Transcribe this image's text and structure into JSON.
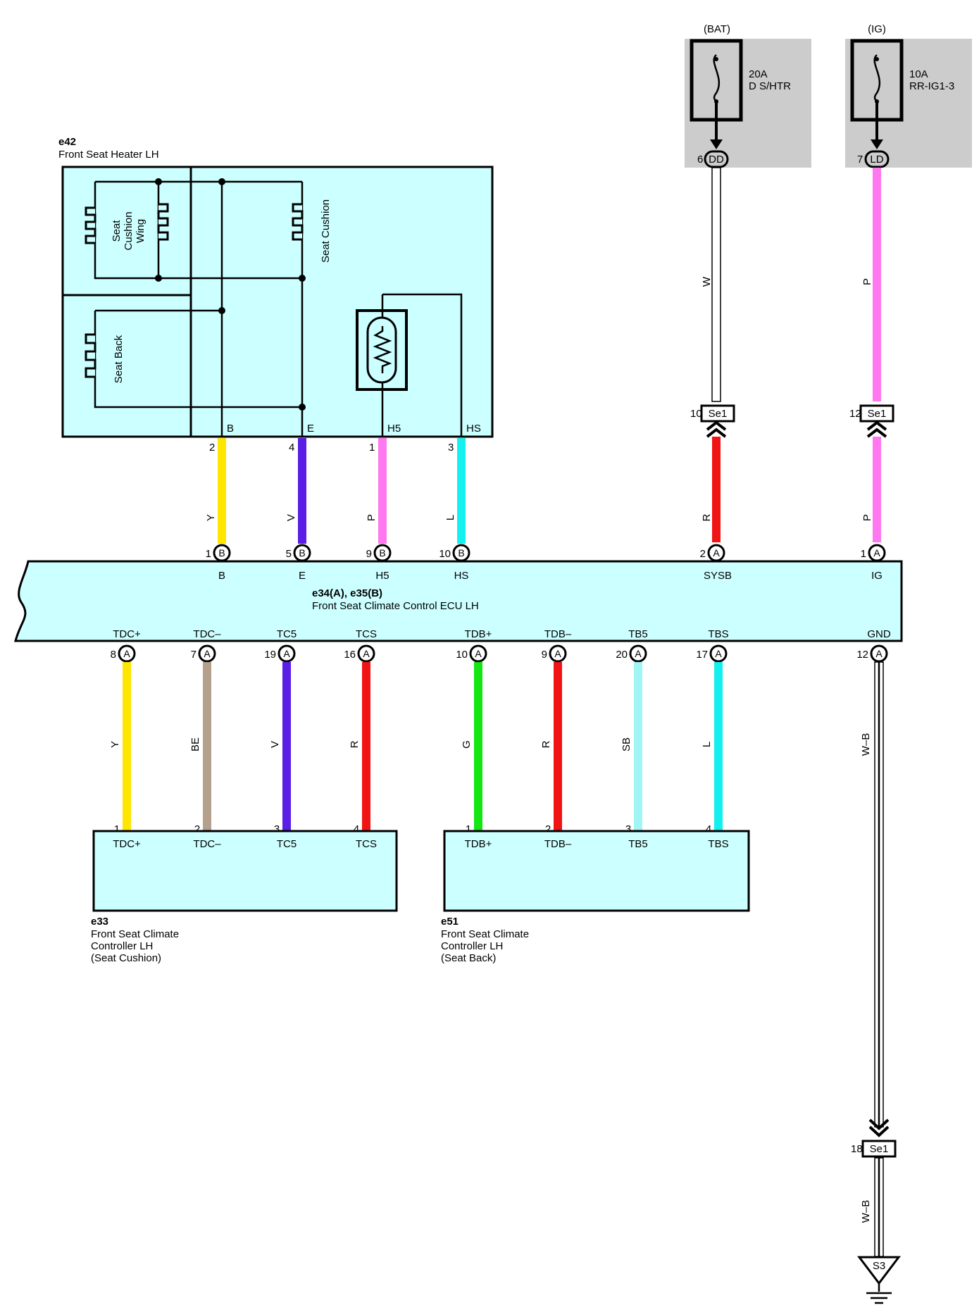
{
  "fuses": {
    "bat": {
      "supply": "(BAT)",
      "amp": "20A",
      "name": "D S/HTR",
      "pin": "6",
      "conn": "DD",
      "wire": "W",
      "sp_pin": "10",
      "sp": "Se1",
      "wire2": "R",
      "ecu_pin": "2",
      "ecu_conn": "A",
      "ecu_term": "SYSB"
    },
    "ig": {
      "supply": "(IG)",
      "amp": "10A",
      "name": "RR-IG1-3",
      "pin": "7",
      "conn": "LD",
      "wire": "P",
      "sp_pin": "12",
      "sp": "Se1",
      "wire2": "P",
      "ecu_pin": "1",
      "ecu_conn": "A",
      "ecu_term": "IG"
    }
  },
  "heater": {
    "code": "e42",
    "name": "Front Seat Heater LH",
    "element_wing": [
      "Seat",
      "Cushion",
      "Wing"
    ],
    "element_back": "Seat Back",
    "element_cushion": "Seat Cushion",
    "pins": [
      {
        "term": "B",
        "pin": "2",
        "wire": "Y",
        "color": "#ffe600",
        "ecu_pin": "1",
        "ecu_conn": "B",
        "ecu_term": "B"
      },
      {
        "term": "E",
        "pin": "4",
        "wire": "V",
        "color": "#5a1ee6",
        "ecu_pin": "5",
        "ecu_conn": "B",
        "ecu_term": "E"
      },
      {
        "term": "H5",
        "pin": "1",
        "wire": "P",
        "color": "#ff78f0",
        "ecu_pin": "9",
        "ecu_conn": "B",
        "ecu_term": "H5"
      },
      {
        "term": "HS",
        "pin": "3",
        "wire": "L",
        "color": "#14f0f0",
        "ecu_pin": "10",
        "ecu_conn": "B",
        "ecu_term": "HS"
      }
    ]
  },
  "ecu": {
    "code": "e34(A), e35(B)",
    "name": "Front Seat Climate Control ECU LH"
  },
  "bottom_pins": [
    {
      "term": "TDC+",
      "ecu_pin": "8",
      "conn": "A",
      "wire": "Y",
      "color": "#ffe600",
      "dev_pin": "1"
    },
    {
      "term": "TDC–",
      "ecu_pin": "7",
      "conn": "A",
      "wire": "BE",
      "color": "#b4a08c",
      "dev_pin": "2"
    },
    {
      "term": "TC5",
      "ecu_pin": "19",
      "conn": "A",
      "wire": "V",
      "color": "#5a1ee6",
      "dev_pin": "3"
    },
    {
      "term": "TCS",
      "ecu_pin": "16",
      "conn": "A",
      "wire": "R",
      "color": "#f01414",
      "dev_pin": "4"
    },
    {
      "term": "TDB+",
      "ecu_pin": "10",
      "conn": "A",
      "wire": "G",
      "color": "#14e614",
      "dev_pin": "1"
    },
    {
      "term": "TDB–",
      "ecu_pin": "9",
      "conn": "A",
      "wire": "R",
      "color": "#f01414",
      "dev_pin": "2"
    },
    {
      "term": "TB5",
      "ecu_pin": "20",
      "conn": "A",
      "wire": "SB",
      "color": "#a0f5f5",
      "dev_pin": "3"
    },
    {
      "term": "TBS",
      "ecu_pin": "17",
      "conn": "A",
      "wire": "L",
      "color": "#14f0f0",
      "dev_pin": "4"
    }
  ],
  "gnd": {
    "term": "GND",
    "ecu_pin": "12",
    "conn": "A",
    "wire": "W–B",
    "sp_pin": "18",
    "sp": "Se1",
    "wire2": "W–B",
    "ground": "S3"
  },
  "controller_cushion": {
    "code": "e33",
    "lines": [
      "Front Seat Climate",
      "Controller LH",
      "(Seat Cushion)"
    ]
  },
  "controller_back": {
    "code": "e51",
    "lines": [
      "Front Seat Climate",
      "Controller LH",
      "(Seat Back)"
    ]
  },
  "colors": {
    "module_fill": "#ccffff",
    "fuse_box": "#cccccc",
    "red": "#f01414",
    "pink": "#ff78f0",
    "white_wire": "#ffffff"
  }
}
